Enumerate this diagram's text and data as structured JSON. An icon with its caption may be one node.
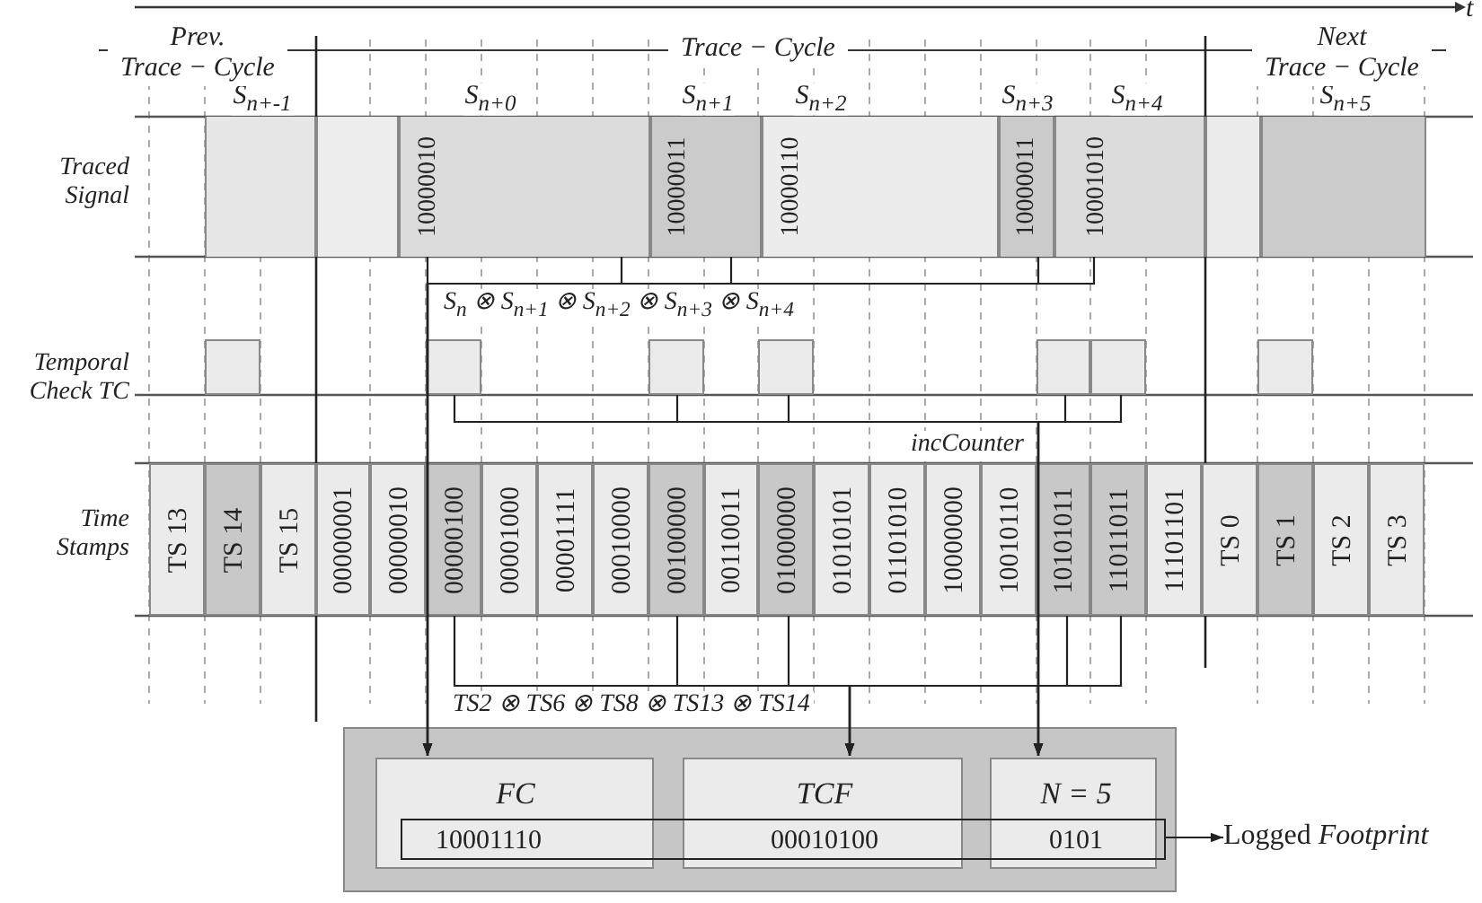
{
  "diagram": {
    "nodes": [
      {
        "text": [
          "S$_{n+-1}$"
        ]
      },
      {
        "text": [],
        "shape": "box"
      },
      {
        "text": [
          "S$_{n+0}$",
          "10000010"
        ]
      },
      {
        "text": [
          "S$_{n+1}$",
          "10000011"
        ]
      },
      {
        "text": [
          "S$_{n+2}$",
          "10000110"
        ]
      },
      {
        "text": [
          "S$_{n+3}$",
          "10000011"
        ]
      },
      {
        "text": [
          "S$_{n+4}$",
          "10001010"
        ]
      },
      {
        "text": [],
        "shape": "box"
      },
      {
        "text": [
          "S$_{n+5}$"
        ]
      },
      {
        "text": [],
        "shape": "box"
      },
      {
        "text": [],
        "shape": "box"
      },
      {
        "text": [],
        "shape": "box"
      },
      {
        "text": [],
        "shape": "box"
      },
      {
        "text": [],
        "shape": "box"
      },
      {
        "text": [],
        "shape": "box"
      },
      {
        "text": [],
        "shape": "box"
      },
      {
        "text": [
          "TS 13"
        ]
      },
      {
        "text": [
          "TS 14"
        ]
      },
      {
        "text": [
          "TS 15"
        ]
      },
      {
        "text": [
          "00000001"
        ]
      },
      {
        "text": [
          "00000010"
        ]
      },
      {
        "text": [
          "00000100"
        ]
      },
      {
        "text": [
          "00001000"
        ]
      },
      {
        "text": [
          "00001111"
        ]
      },
      {
        "text": [
          "00010000"
        ]
      },
      {
        "text": [
          "00100000"
        ]
      },
      {
        "text": [
          "00110011"
        ]
      },
      {
        "text": [
          "01000000"
        ]
      },
      {
        "text": [
          "01010101"
        ]
      },
      {
        "text": [
          "01101010"
        ]
      },
      {
        "text": [
          "10000000"
        ]
      },
      {
        "text": [
          "10010110"
        ]
      },
      {
        "text": [
          "10101011"
        ]
      },
      {
        "text": [
          "11011011"
        ]
      },
      {
        "text": [
          "11101101"
        ]
      },
      {
        "text": [
          "TS 0"
        ]
      },
      {
        "text": [
          "TS 1"
        ]
      },
      {
        "text": [
          "TS 2"
        ]
      },
      {
        "text": [
          "TS 3"
        ]
      },
      {
        "text": [],
        "shape": "box"
      },
      {
        "text": [
          "FC",
          "10001110"
        ],
        "in": 39
      },
      {
        "text": [
          "TCF",
          "00010100"
        ],
        "in": 39
      },
      {
        "text": [
          "N = 5",
          "0101"
        ],
        "in": 39
      },
      {
        "text": [],
        "shape": "box",
        "in": 39
      },
      {
        "text": [
          "Logged *Footprint*"
        ]
      }
    ],
    "edges": [
      {
        "from": 2,
        "to": 40,
        "arrow": "to",
        "label": "S$_{n}$ ⊗ S$_{n+1}$ ⊗ S$_{n+2}$ ⊗ S$_{n+3}$ ⊗ S$_{n+4}$"
      },
      {
        "from": 2,
        "to": 40,
        "arrow": "to"
      },
      {
        "from": 3,
        "to": 40,
        "arrow": "to"
      },
      {
        "from": 5,
        "to": 40,
        "arrow": "to"
      },
      {
        "from": 6,
        "to": 40,
        "arrow": "to"
      },
      {
        "from": 10,
        "to": 42,
        "arrow": "to",
        "label": "incCounter"
      },
      {
        "from": 11,
        "to": 42,
        "arrow": "to"
      },
      {
        "from": 12,
        "to": 42,
        "arrow": "to"
      },
      {
        "from": 13,
        "to": 42,
        "arrow": "to"
      },
      {
        "from": 14,
        "to": 42,
        "arrow": "to"
      },
      {
        "from": 21,
        "to": 41,
        "arrow": "to",
        "label": "TS2 ⊗ TS6 ⊗ TS8 ⊗ TS13 ⊗ TS14"
      },
      {
        "from": 25,
        "to": 41,
        "arrow": "to"
      },
      {
        "from": 27,
        "to": 41,
        "arrow": "to"
      },
      {
        "from": 32,
        "to": 41,
        "arrow": "to"
      },
      {
        "from": 33,
        "to": 41,
        "arrow": "to"
      },
      {
        "from": 43,
        "to": 44,
        "arrow": "to"
      }
    ],
    "labels": [
      "t",
      "Prev. Trace − Cycle",
      "Trace − Cycle",
      "Next Trace − Cycle",
      "Traced Signal",
      "Temporal Check TC",
      "Time Stamps"
    ]
  }
}
